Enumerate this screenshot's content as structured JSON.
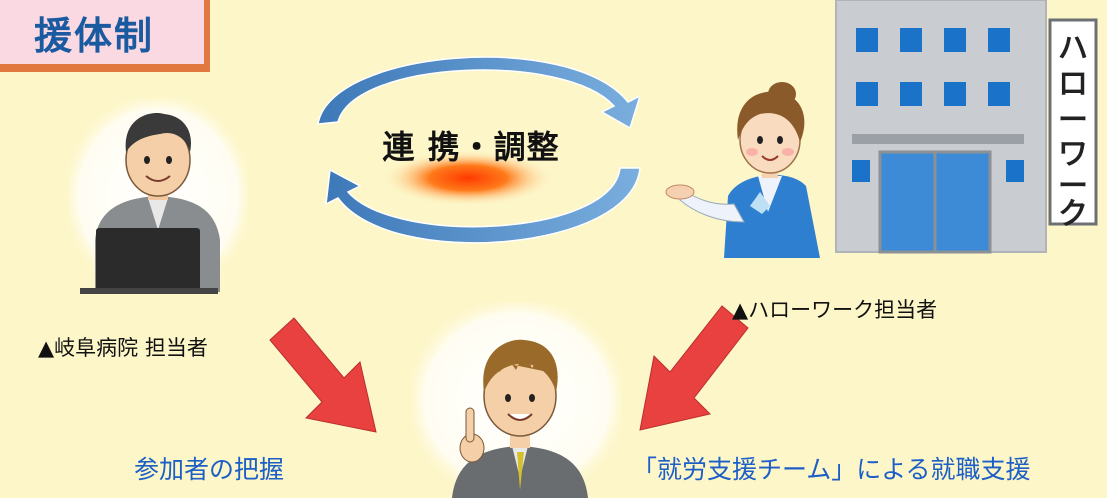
{
  "title": "援体制",
  "cooperation_label": "連 携・調整",
  "captions": {
    "hospital_staff": "▲岐阜病院 担当者",
    "hellowork_staff": "▲ハローワーク担当者",
    "participant_grasp": "参加者の把握",
    "employment_support": "「就労支援チーム」による就職支援"
  },
  "sign_text": "ハローワーク",
  "colors": {
    "title_text": "#1a5aa0",
    "title_bg": "#fad9e2",
    "title_border": "#e0783f",
    "background": "#fdf6c8",
    "arrow_red": "#e8413f",
    "cycle_arrow": "#5a8fc4",
    "blue_caption": "#1c5fc7"
  }
}
